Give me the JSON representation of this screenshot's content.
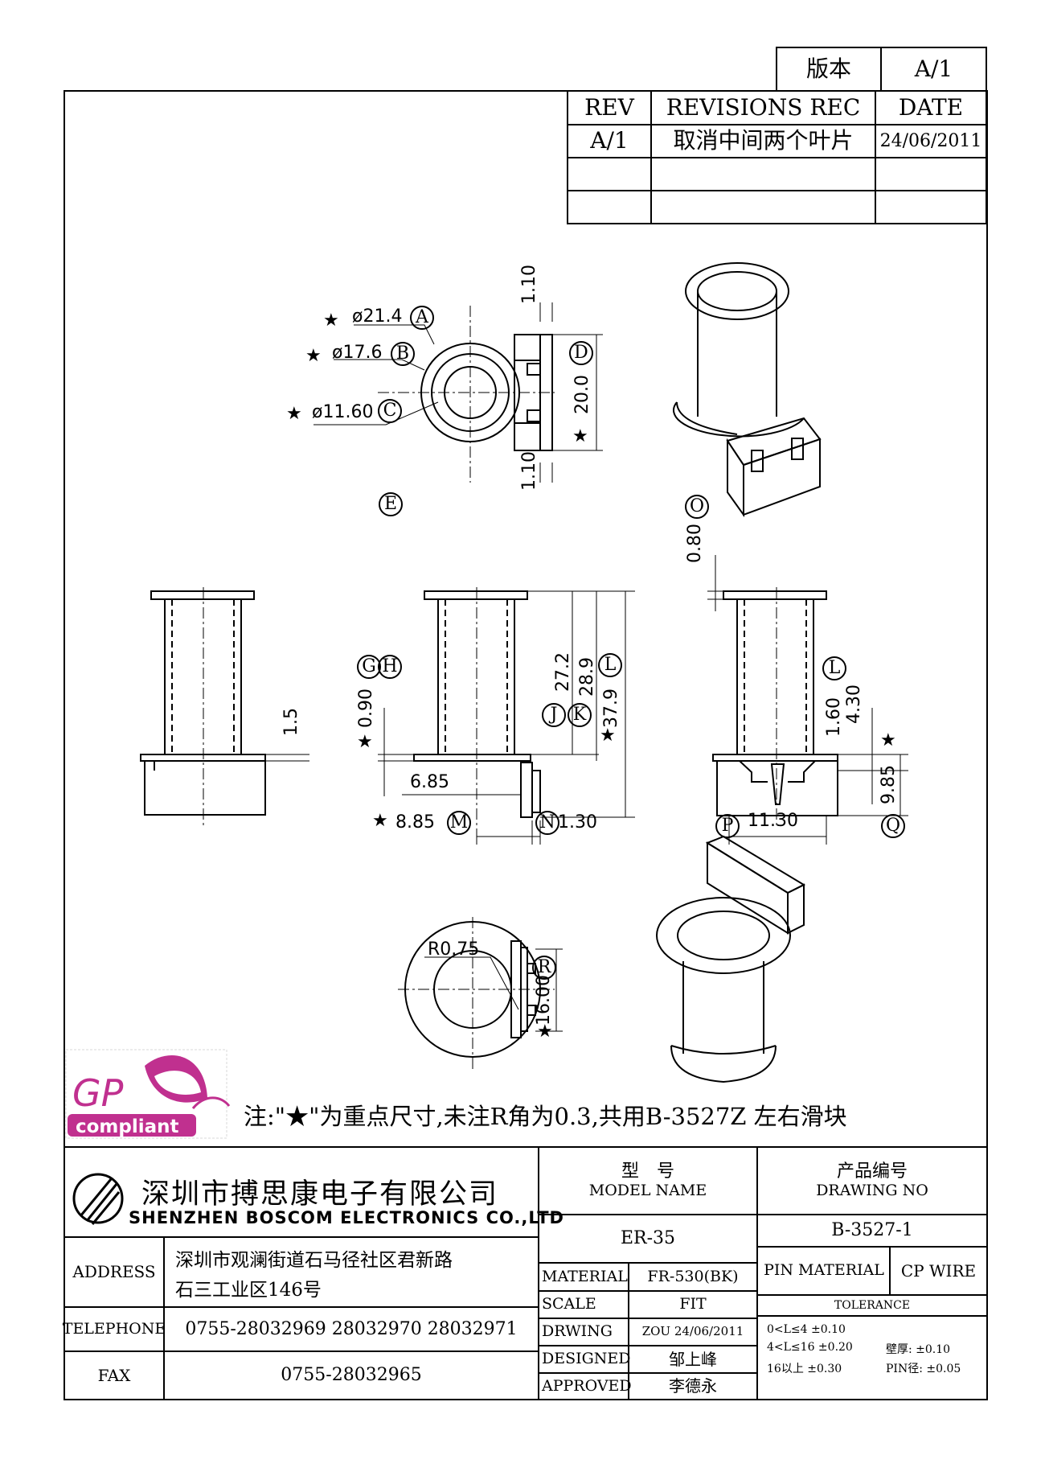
{
  "version_box": {
    "label": "版本",
    "value": "A/1"
  },
  "revisions": {
    "headers": {
      "rev": "REV",
      "rec": "REVISIONS REC",
      "date": "DATE"
    },
    "rows": [
      {
        "rev": "A/1",
        "rec": "取消中间两个叶片",
        "date": "24/06/2011"
      },
      {
        "rev": "",
        "rec": "",
        "date": ""
      },
      {
        "rev": "",
        "rec": "",
        "date": ""
      }
    ]
  },
  "dimensions": {
    "A": "A",
    "B": "B",
    "C": "C",
    "D": "D",
    "E": "E",
    "G": "G",
    "H": "H",
    "J": "J",
    "K": "K",
    "L": "L",
    "M": "M",
    "N": "N",
    "O": "O",
    "P": "P",
    "Q": "Q",
    "R": "R",
    "dia_a": "ø21.4",
    "dia_b": "ø17.6",
    "dia_c": "ø11.60",
    "d_top": "1.10",
    "d_height": "20.0",
    "d_bottom": "1.10",
    "d_o": "0.80",
    "d_15": "1.5",
    "d_090": "0.90",
    "d_272": "27.2",
    "d_289": "28.9",
    "d_379": "37.9",
    "d_685": "6.85",
    "d_885": "8.85",
    "d_130": "1.30",
    "d_160": "1.60",
    "d_430": "4.30",
    "d_985": "9.85",
    "d_1130": "11.30",
    "d_r075": "R0.75",
    "d_1600": "16.00",
    "star": "★"
  },
  "logo": {
    "gp": "GP",
    "compliant": "compliant"
  },
  "note": "注:\"★\"为重点尺寸,未注R角为0.3,共用B-3527Z 左右滑块",
  "company": {
    "name_cn": "深圳市搏思康电子有限公司",
    "name_en": "SHENZHEN BOSCOM ELECTRONICS CO.,LTD"
  },
  "title_block": {
    "model_label_cn": "型　号",
    "model_label_en": "MODEL NAME",
    "model_value": "ER-35",
    "drawing_label_cn": "产品编号",
    "drawing_label_en": "DRAWING NO",
    "drawing_value": "B-3527-1",
    "address_label": "ADDRESS",
    "address_line1": "深圳市观澜街道石马径社区君新路",
    "address_line2": "石三工业区146号",
    "telephone_label": "TELEPHONE",
    "telephone_value": "0755-28032969 28032970 28032971",
    "fax_label": "FAX",
    "fax_value": "0755-28032965",
    "material_label": "MATERIAL",
    "material_value": "FR-530(BK)",
    "scale_label": "SCALE",
    "scale_value": "FIT",
    "drawing_by_label": "DRWING",
    "drawing_by_value": "ZOU 24/06/2011",
    "designed_label": "DESIGNED",
    "designed_value": "邹上峰",
    "approved_label": "APPROVED",
    "approved_value": "李德永",
    "pin_material_label": "PIN MATERIAL",
    "pin_material_value": "CP WIRE",
    "tolerance_label": "TOLERANCE",
    "tol_line1": "0<L≤4 ±0.10",
    "tol_line2": "4<L≤16 ±0.20",
    "tol_line3": "16以上 ±0.30",
    "wall_label": "壁厚: ±0.10",
    "pin_dia_label": "PIN径: ±0.05"
  }
}
